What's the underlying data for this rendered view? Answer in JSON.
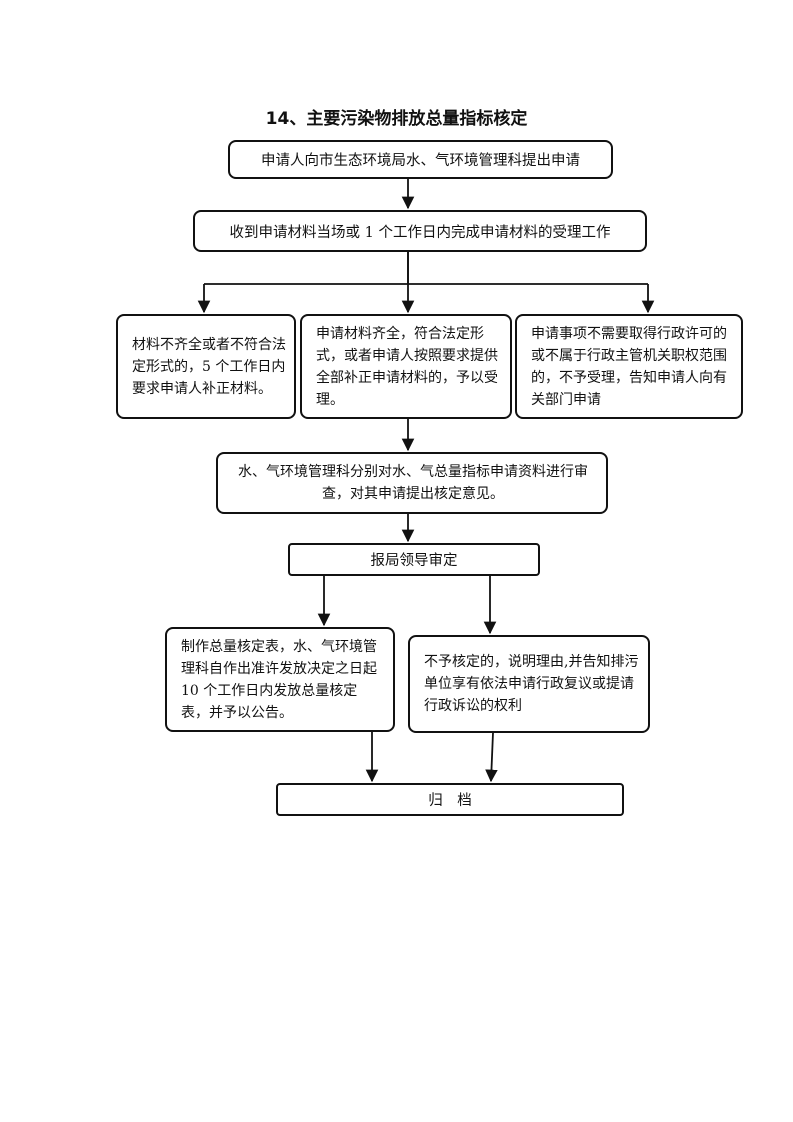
{
  "title": "14、主要污染物排放总量指标核定",
  "steps": {
    "apply": "申请人向市生态环境局水、气环境管理科提出申请",
    "receive": "收到申请材料当场或 1 个工作日内完成申请材料的受理工作",
    "incomplete": "材料不齐全或者不符合法定形式的，5 个工作日内要求申请人补正材料。",
    "accept": "申请材料齐全，符合法定形式，或者申请人按照要求提供全部补正申请材料的，予以受理。",
    "reject_scope": "申请事项不需要取得行政许可的或不属于行政主管机关职权范围的，不予受理，告知申请人向有关部门申请",
    "review": "水、气环境管理科分别对水、气总量指标申请资料进行审查，对其申请提出核定意见。",
    "leader": "报局领导审定",
    "approve": "制作总量核定表，水、气环境管理科自作出准许发放决定之日起 10 个工作日内发放总量核定表，并予以公告。",
    "deny": "不予核定的，说明理由,并告知排污单位享有依法申请行政复议或提请行政诉讼的权利",
    "archive": "归　档"
  },
  "colors": {
    "line": "#111111",
    "background": "#ffffff"
  }
}
